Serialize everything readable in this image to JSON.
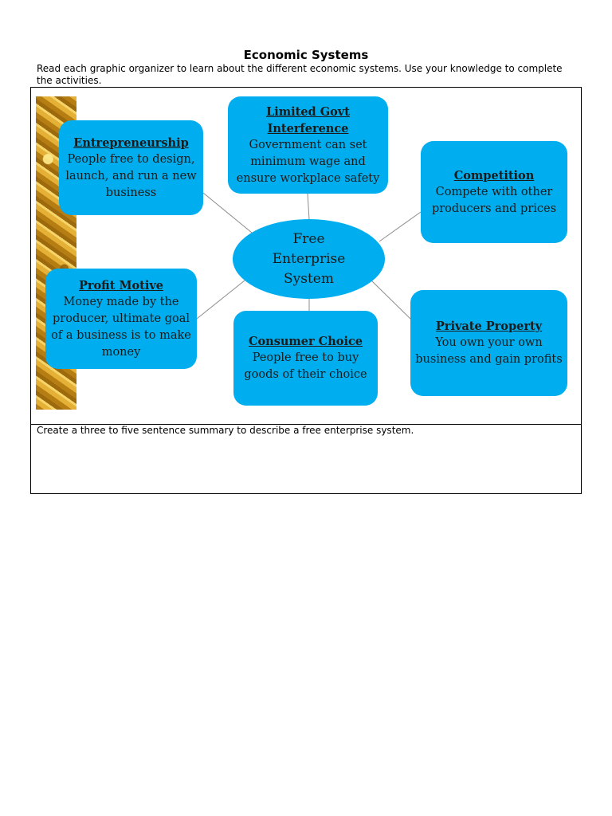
{
  "page": {
    "title": "Economic Systems",
    "instructions": "Read each graphic organizer to learn about the different economic systems.  Use your knowledge to complete the activities."
  },
  "organizer": {
    "center": "Free Enterprise System",
    "nodes": {
      "entrepreneurship": {
        "heading": "Entrepreneurship",
        "text": "People free to design, launch, and run a new business"
      },
      "limited_govt": {
        "heading": "Limited Govt Interference",
        "text": "Government can set minimum wage and ensure workplace safety"
      },
      "competition": {
        "heading": "Competition",
        "text": "Compete with other producers and prices"
      },
      "profit_motive": {
        "heading": "Profit Motive",
        "text": "Money made by the producer, ultimate goal of a business is to make money"
      },
      "consumer_choice": {
        "heading": "Consumer Choice",
        "text": "People free to buy goods of their choice"
      },
      "private_property": {
        "heading": "Private Property",
        "text": "You own your own business and gain profits"
      }
    },
    "colors": {
      "node_fill": "#00aeef",
      "connector": "#8c8c8c"
    }
  },
  "summary": {
    "prompt": "Create a three to five sentence summary to describe a free enterprise system."
  }
}
